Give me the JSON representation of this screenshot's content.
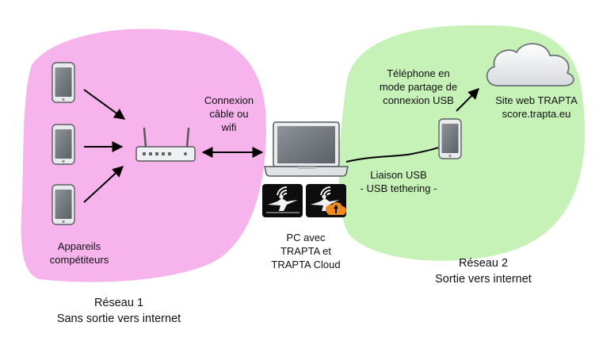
{
  "network1": {
    "devices_label": [
      "Appareils",
      "compétiteurs"
    ],
    "link_label": [
      "Connexion",
      "câble ou",
      "wifi"
    ],
    "caption": [
      "Réseau 1",
      "Sans sortie vers internet"
    ],
    "blob_color": "#f6b3ec"
  },
  "pc": {
    "label": [
      "PC avec",
      "TRAPTA et",
      "TRAPTA Cloud"
    ],
    "app_icons": [
      "trapta-archer-icon",
      "trapta-cloud-upload-icon"
    ]
  },
  "network2": {
    "phone_label": [
      "Téléphone en",
      "mode partage de",
      "connexion USB"
    ],
    "usb_label": [
      "Liaison USB",
      "- USB tethering -"
    ],
    "site_label": [
      "Site web TRAPTA",
      "score.trapta.eu"
    ],
    "caption": [
      "Réseau 2",
      "Sortie vers internet"
    ],
    "blob_color": "#c6f2b8"
  },
  "colors": {
    "arrow": "#000000",
    "upload_accent": "#f08a1c"
  }
}
